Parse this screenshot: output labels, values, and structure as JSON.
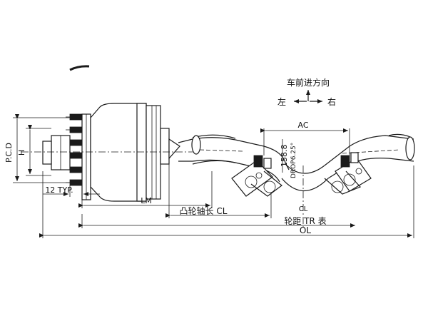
{
  "labels": {
    "direction_title": "车前进方向",
    "left": "左",
    "right": "右",
    "ac": "AC",
    "height_158": "158.8",
    "drop": "DROP6.25°",
    "lm": "LM",
    "cam_length": "凸轮轴长 CL",
    "track": "轮距 TR 表",
    "ol": "OL",
    "typ": "12 TYP.",
    "pcd": "P.C.D",
    "h": "H",
    "cl_mark": "CL"
  },
  "colors": {
    "line": "#1a1a1a",
    "background": "#ffffff"
  }
}
